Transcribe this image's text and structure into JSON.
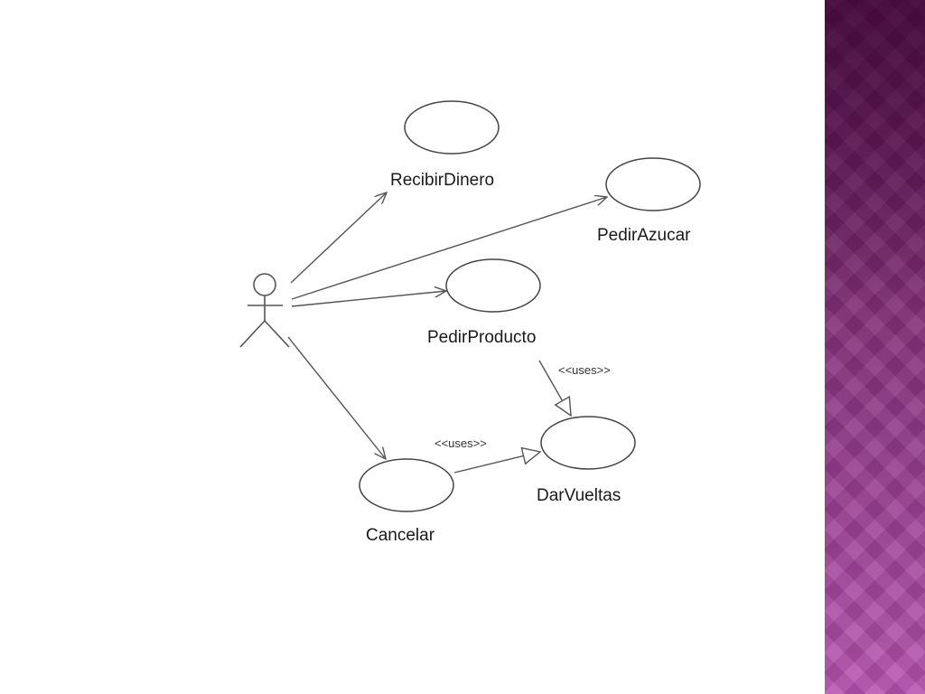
{
  "diagram": {
    "actor": {
      "label": ""
    },
    "use_cases": {
      "recibir_dinero": "RecibirDinero",
      "pedir_azucar": "PedirAzucar",
      "pedir_producto": "PedirProducto",
      "dar_vueltas": "DarVueltas",
      "cancelar": "Cancelar"
    },
    "relationships": {
      "uses_pedir_producto_dar_vueltas": "<<uses>>",
      "uses_cancelar_dar_vueltas": "<<uses>>"
    }
  },
  "colors": {
    "line": "#555555",
    "ellipse_stroke": "#444444",
    "side_band": "#7d2d72"
  }
}
